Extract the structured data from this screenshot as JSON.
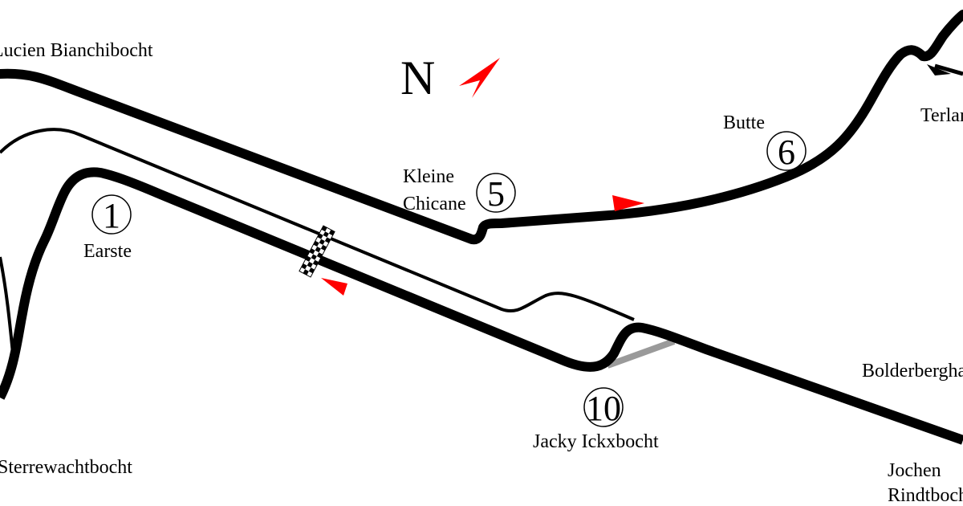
{
  "north_label": "N",
  "colors": {
    "track": "#000000",
    "direction_arrow": "#ff0000",
    "inactive_connector": "#9a9a9a",
    "background": "#ffffff"
  },
  "corners": [
    {
      "number": "1",
      "name": "Earste"
    },
    {
      "number": "5",
      "name_line1": "Kleine",
      "name_line2": "Chicane"
    },
    {
      "number": "6",
      "name": "Butte"
    },
    {
      "number": "10",
      "name": "Jacky Ickxbocht"
    }
  ],
  "other_labels": {
    "lucien": "Lucien Bianchibocht",
    "sterrewacht": "Sterrewachtbocht",
    "terlamen": "Terlamen",
    "bolderberg": "Bolderberghaarspeld",
    "jochen_line1": "Jochen",
    "jochen_line2": "Rindtbocht"
  },
  "icons": {
    "north_arrow": "north-arrow-icon",
    "start_finish": "checkered-flag-icon",
    "direction": "direction-arrow-icon"
  }
}
